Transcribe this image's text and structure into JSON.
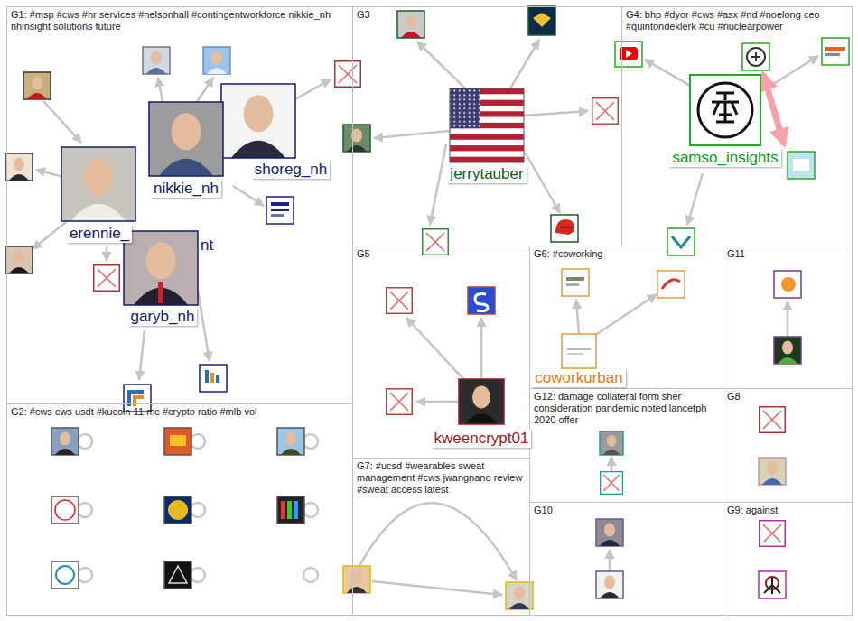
{
  "diagram": {
    "nodes": [
      {
        "text": [
          "G1: #msp #cws #hr services #nelsonhall #contingentworkforce nikkie_nh nhinsight solutions future"
        ]
      },
      {
        "text": [
          "shoreg_nh"
        ],
        "in": 0
      },
      {
        "text": [
          "nikkie_nh"
        ],
        "in": 0
      },
      {
        "text": [
          "erennie_"
        ],
        "in": 0
      },
      {
        "text": [
          "garyb_nh"
        ],
        "in": 0
      },
      {
        "text": [
          "G3"
        ]
      },
      {
        "text": [
          "jerrytauber"
        ],
        "in": 5
      },
      {
        "text": [
          "G4: bhp #dyor #cws #asx #nd #noelong ceo #quintondeklerk #cu #nuclearpower"
        ]
      },
      {
        "text": [
          "samso_insights"
        ],
        "in": 7
      },
      {
        "text": [
          "G5"
        ]
      },
      {
        "text": [
          "kweencrypt01"
        ],
        "in": 9
      },
      {
        "text": [
          "G6: #coworking"
        ]
      },
      {
        "text": [
          "coworkurban"
        ],
        "in": 11
      },
      {
        "text": [
          "G11"
        ]
      },
      {
        "text": [
          "G12: damage collateral form sher consideration pandemic noted lancetph 2020 offer"
        ]
      },
      {
        "text": [
          "G8"
        ]
      },
      {
        "text": [
          "G2: #cws cws usdt #kucoin 11 mc #crypto ratio #mlb vol"
        ]
      },
      {
        "text": [
          "G7: #ucsd #wearables sweat management #cws jwangnano review #sweat access latest"
        ]
      },
      {
        "text": [
          "G10"
        ]
      },
      {
        "text": [
          "G9: against"
        ]
      }
    ],
    "labels": [
      "nt"
    ]
  }
}
